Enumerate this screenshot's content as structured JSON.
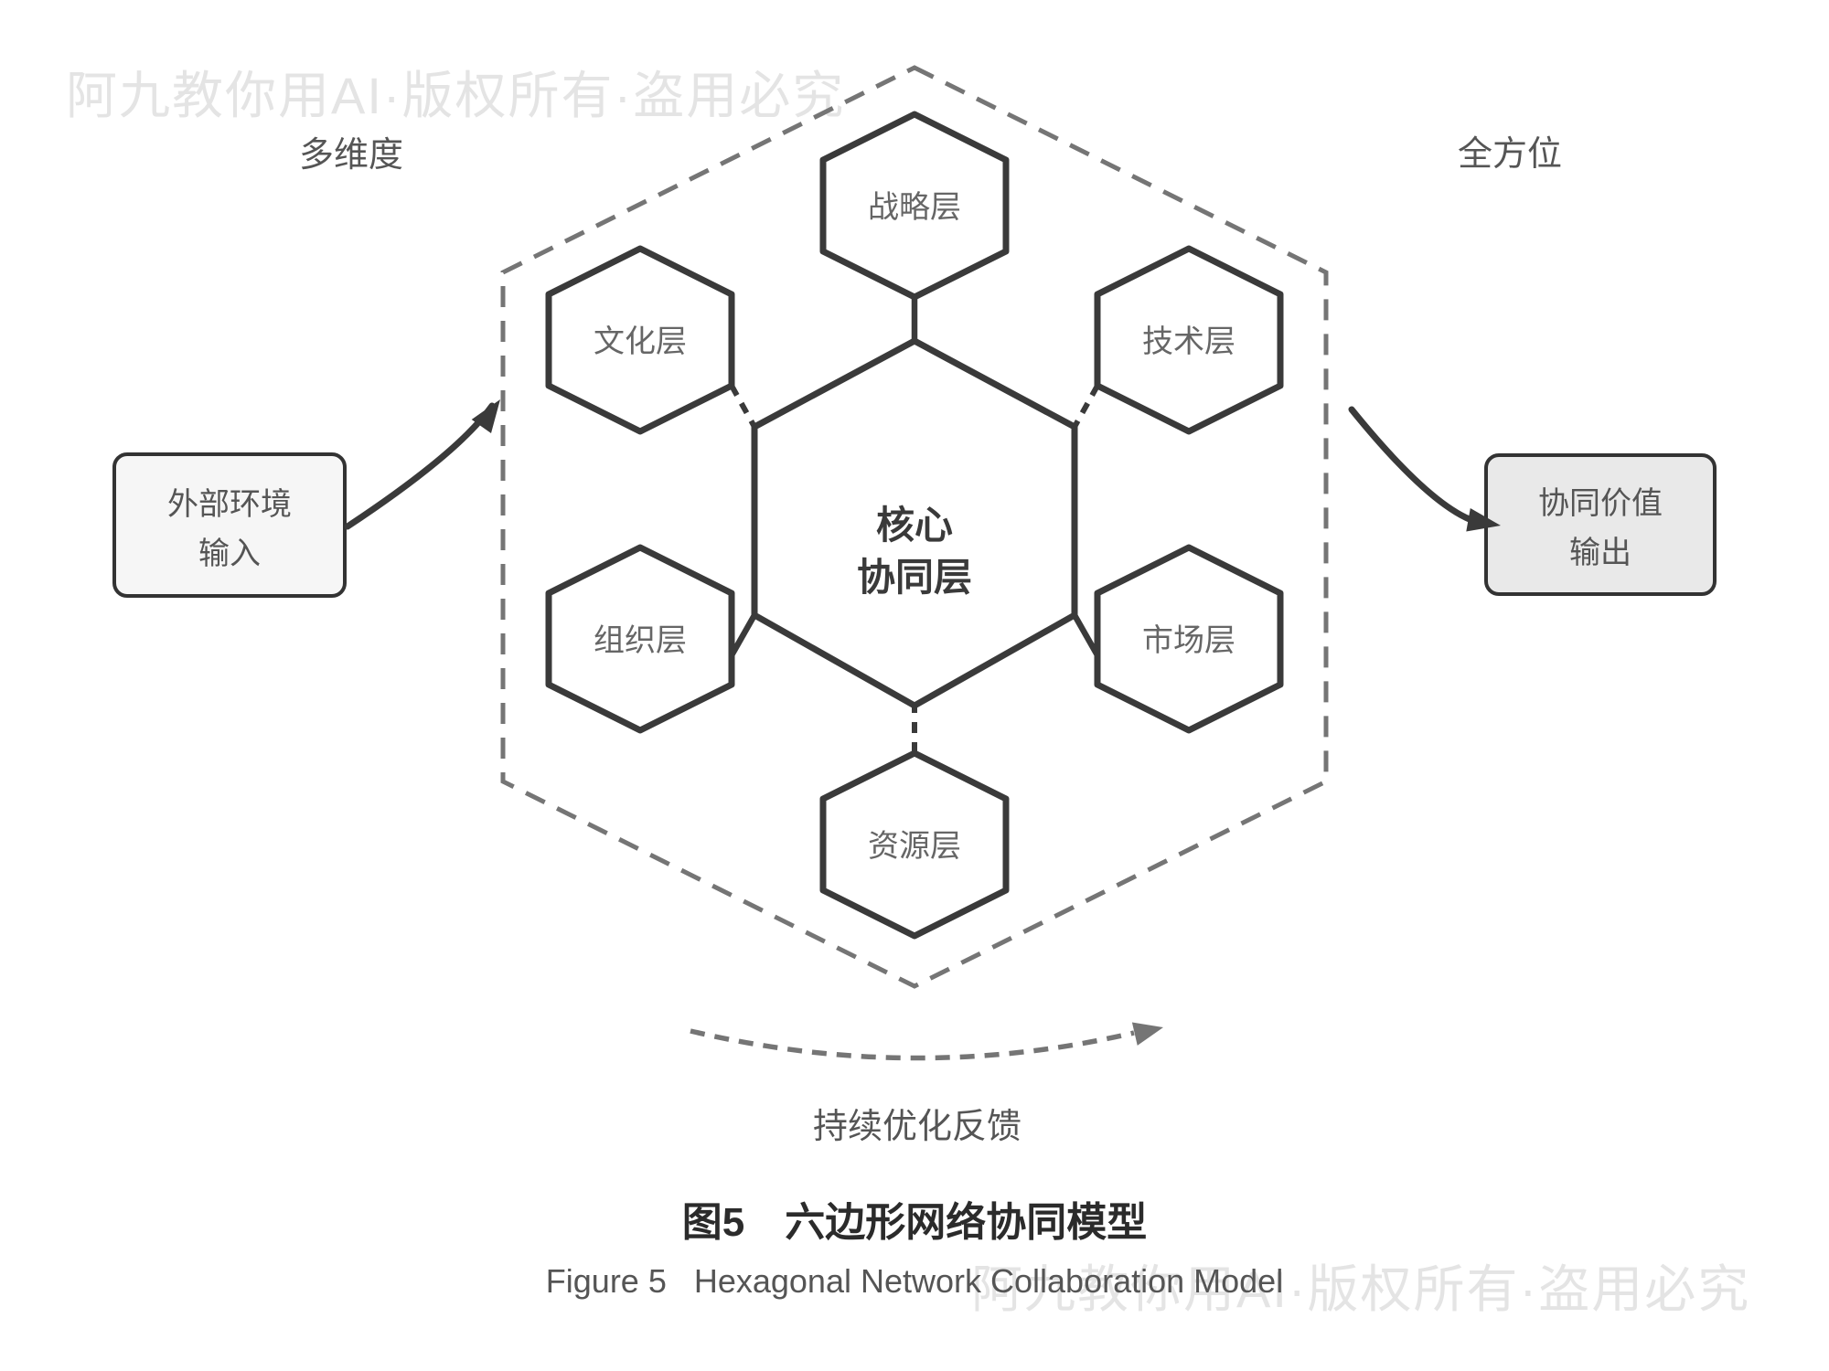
{
  "watermark": {
    "text": "阿九教你用AI·版权所有·盗用必究"
  },
  "corner_labels": {
    "left": "多维度",
    "right": "全方位"
  },
  "diagram": {
    "center": {
      "line1": "核心",
      "line2": "协同层"
    },
    "satellites": {
      "strategy": "战略层",
      "culture": "文化层",
      "technology": "技术层",
      "organization": "组织层",
      "market": "市场层",
      "resource": "资源层"
    },
    "input_box": {
      "line1": "外部环境",
      "line2": "输入"
    },
    "output_box": {
      "line1": "协同价值",
      "line2": "输出"
    },
    "feedback_label": "持续优化反馈"
  },
  "caption": {
    "zh": "图5　六边形网络协同模型",
    "en": "Figure 5   Hexagonal Network Collaboration Model"
  },
  "colors": {
    "node_stroke": "#3a3a3a",
    "label_gray": "#666666",
    "dashed_gray": "#757575",
    "watermark_gray": "#e4e4e4",
    "input_fill": "#f6f6f6",
    "output_fill": "#e9e9e9"
  }
}
